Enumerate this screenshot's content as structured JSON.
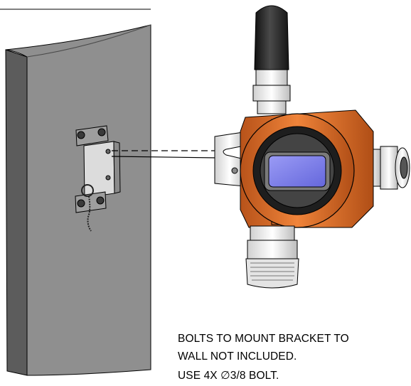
{
  "note": {
    "line1": "BOLTS TO MOUNT BRACKET TO",
    "line2": "WALL NOT INCLUDED.",
    "line3_prefix": "USE 4X ",
    "diameter_symbol": "∅",
    "line3_suffix": "3/8  BOLT."
  },
  "colors": {
    "wall_face": "#8f8f8f",
    "wall_side": "#5c5c5c",
    "enclosure_orange": "#e06a1e",
    "bezel_black": "#1e1e1e",
    "display_blue": "#7f80ee",
    "antenna_black": "#222222",
    "fitting_white": "#f4f4f4"
  },
  "icons": [
    "wall-panel",
    "mounting-bracket",
    "gas-detector",
    "antenna",
    "sensor-housing",
    "cable-gland"
  ]
}
